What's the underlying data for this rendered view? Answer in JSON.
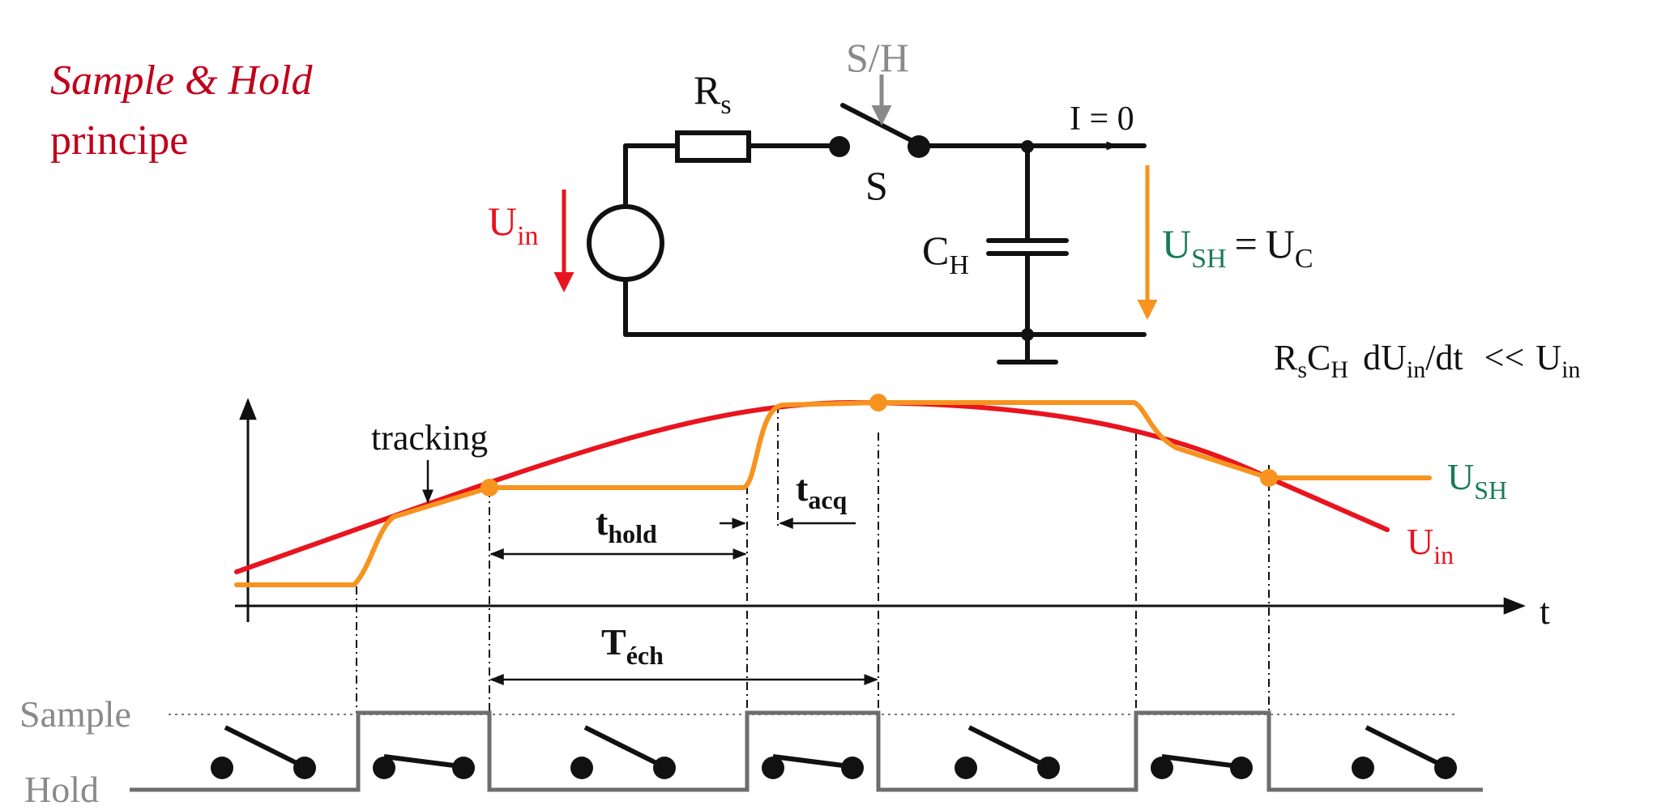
{
  "title": {
    "line1": "Sample & Hold",
    "line2": "principe"
  },
  "circuit": {
    "resistor": {
      "main": "R",
      "sub": "s"
    },
    "switch": {
      "label": "S",
      "control": "S/H"
    },
    "current": "I = 0",
    "source": {
      "main": "U",
      "sub": "in"
    },
    "capacitor": {
      "main": "C",
      "sub": "H"
    },
    "output": {
      "main": "U",
      "sub": "SH",
      "rhs_main": "U",
      "rhs_sub": "C",
      "eq": "="
    }
  },
  "condition": {
    "r": "R",
    "r_sub": "s",
    "c": "C",
    "c_sub": "H",
    "deriv": "dU",
    "deriv_sub": "in",
    "deriv_tail": "/dt",
    "op": "<<",
    "u": "U",
    "u_sub": "in"
  },
  "timing": {
    "tracking_label": "tracking",
    "time_axis": "t",
    "thold": {
      "main": "t",
      "sub": "hold"
    },
    "tacq": {
      "main": "t",
      "sub": "acq"
    },
    "tech": {
      "main": "T",
      "sub": "éch"
    },
    "ush_label": {
      "main": "U",
      "sub": "SH"
    },
    "uin_label": {
      "main": "U",
      "sub": "in"
    }
  },
  "control_signal": {
    "sample_label": "Sample",
    "hold_label": "Hold"
  },
  "colors": {
    "title": "#c0001a",
    "uin": "#e8141e",
    "ush": "#f7931e",
    "ush_text": "#1a7a5a",
    "control": "#6d6d6d",
    "control_label": "#8a8a8a"
  }
}
